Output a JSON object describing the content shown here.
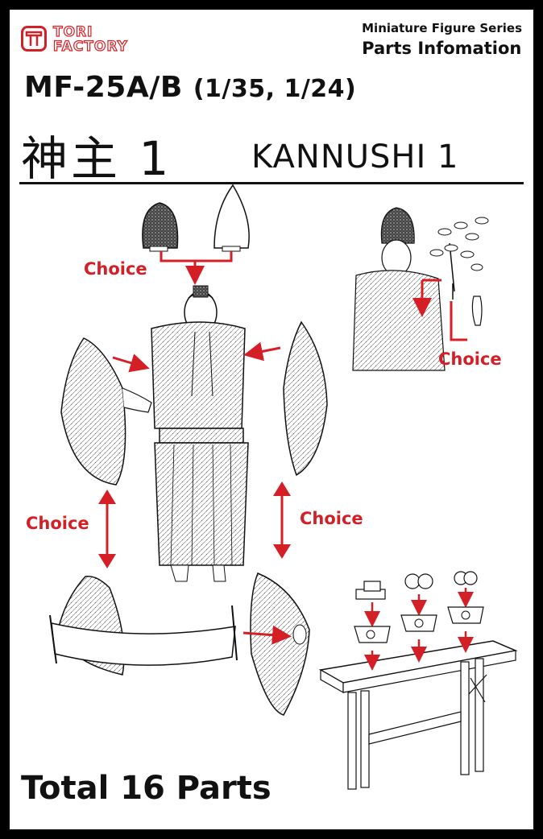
{
  "brand": {
    "line1": "TORI",
    "line2": "FACTORY",
    "color": "#d41f26"
  },
  "series": {
    "name": "Miniature Figure Series",
    "subtitle": "Parts Infomation"
  },
  "product": {
    "code": "MF-25A/B",
    "scale": "(1/35, 1/24)",
    "title_jp": "神主 1",
    "title_en": "KANNUSHI 1"
  },
  "labels": {
    "choice_hats": "Choice",
    "choice_branch": "Choice",
    "choice_left": "Choice",
    "choice_right": "Choice"
  },
  "footer": {
    "total": "Total 16 Parts"
  },
  "colors": {
    "accent": "#d41f26",
    "ink": "#111111"
  }
}
